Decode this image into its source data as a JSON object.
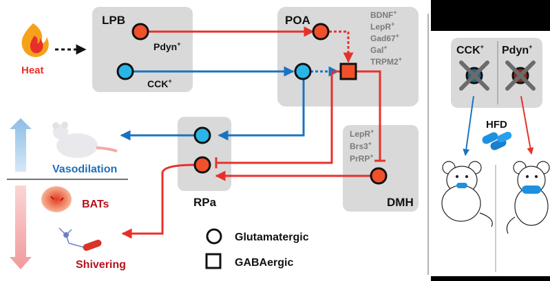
{
  "regions": {
    "lpb": "LPB",
    "poa": "POA",
    "rpa": "RPa",
    "dmh": "DMH"
  },
  "stimulus": {
    "heat": "Heat"
  },
  "neurons": {
    "pdyn": {
      "name": "Pdyn",
      "sup": "+"
    },
    "cck": {
      "name": "CCK",
      "sup": "+"
    }
  },
  "poa_markers": [
    {
      "name": "BDNF",
      "sup": "+"
    },
    {
      "name": "LepR",
      "sup": "+"
    },
    {
      "name": "Gad67",
      "sup": "+"
    },
    {
      "name": "Gal",
      "sup": "+"
    },
    {
      "name": "TRPM2",
      "sup": "+"
    }
  ],
  "dmh_markers": [
    {
      "name": "LepR",
      "sup": "+"
    },
    {
      "name": "Brs3",
      "sup": "+"
    },
    {
      "name": "PrRP",
      "sup": "+"
    }
  ],
  "effects": {
    "vasodilation": "Vasodilation",
    "bats": "BATs",
    "shivering": "Shivering"
  },
  "legend": {
    "glutamatergic": "Glutamatergic",
    "gabaergic": "GABAergic"
  },
  "side_panel": {
    "cck": {
      "name": "CCK",
      "sup": "+"
    },
    "pdyn": {
      "name": "Pdyn",
      "sup": "+"
    },
    "hfd": "HFD"
  },
  "colors": {
    "red": "#e8302a",
    "red_dark": "#b5121b",
    "blue": "#1a73c0",
    "region_bg": "#d9d9d9",
    "neuron_orange": "#f0502a",
    "neuron_cyan": "#29b5e8"
  }
}
